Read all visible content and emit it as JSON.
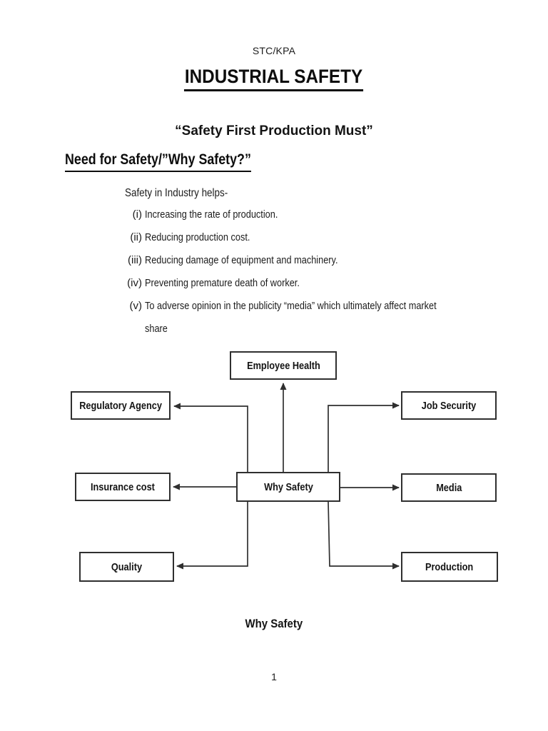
{
  "doc": {
    "header": "STC/KPA",
    "title": "INDUSTRIAL SAFETY",
    "quote": "“Safety First Production Must”",
    "section_heading": "Need for Safety/”Why Safety?”",
    "intro": "Safety in Industry helps-",
    "list": [
      {
        "marker": "(i)",
        "text": "Increasing the rate of production."
      },
      {
        "marker": "(ii)",
        "text": "Reducing production cost."
      },
      {
        "marker": "(iii)",
        "text": "Reducing damage of equipment and machinery."
      },
      {
        "marker": "(iv)",
        "text": "Preventing premature death of worker."
      },
      {
        "marker": "(v)",
        "text": "To adverse opinion in the publicity “media” which ultimately affect market"
      }
    ],
    "list_continuation": "share",
    "diagram": {
      "employee_health": "Employee Health",
      "regulatory_agency": "Regulatory Agency",
      "job_security": "Job Security",
      "insurance_cost": "Insurance cost",
      "why_safety": "Why Safety",
      "media": "Media",
      "quality": "Quality",
      "production": "Production"
    },
    "diagram_caption": "Why Safety",
    "page_number": "1"
  },
  "colors": {
    "text": "#1c1c1c",
    "line": "#2f2f2f",
    "background": "#ffffff"
  }
}
